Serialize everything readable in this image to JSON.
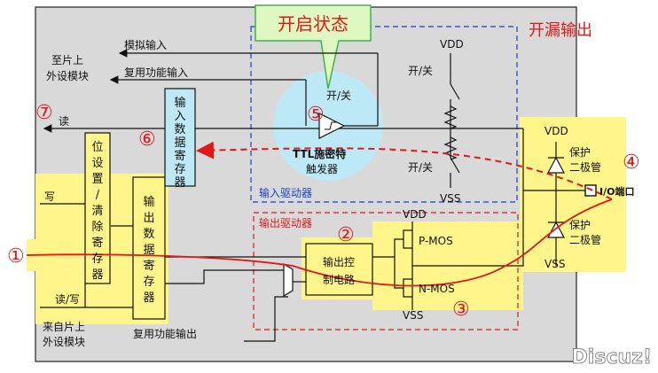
{
  "title": "开启状态",
  "mode_label": "开漏输出",
  "watermark": "Discuz!",
  "labels": {
    "to_peripheral_line1": "至片上",
    "to_peripheral_line2": "外设模块",
    "analog_input": "模拟输入",
    "alt_func_input": "复用功能输入",
    "read": "读",
    "write": "写",
    "read_write": "读/写",
    "from_peripheral_line1": "来自片上",
    "from_peripheral_line2": "外设模块",
    "alt_func_output": "复用功能输出",
    "switch_on_off": "开/关",
    "switch_top": "开/关",
    "switch_bottom": "开/关",
    "ttl_line1": "TTL施密特",
    "ttl_line2": "触发器",
    "input_driver": "输入驱动器",
    "output_driver": "输出驱动器",
    "output_control_line1": "输出控",
    "output_control_line2": "制电路",
    "pmos": "P-MOS",
    "nmos": "N-MOS",
    "vdd": "VDD",
    "vss": "VSS",
    "protect_line1": "保护",
    "protect_line2": "二极管",
    "io_port": "I/O端口",
    "bit_set_reset_register": [
      "位",
      "设",
      "置",
      "/",
      "清",
      "除",
      "寄",
      "存",
      "器"
    ],
    "output_data_register": [
      "输",
      "出",
      "数",
      "据",
      "寄",
      "存",
      "器"
    ],
    "input_data_register": [
      "输",
      "入",
      "数",
      "据",
      "寄",
      "存",
      "器"
    ]
  },
  "markers": [
    "①",
    "②",
    "③",
    "④",
    "⑤",
    "⑥",
    "⑦"
  ],
  "colors": {
    "panel": "#d9d9d9",
    "highlight": "#fff58a",
    "bubble": "#bde8f5",
    "accent_red": "#e01818",
    "accent_blue": "#1a3fd0",
    "title_bg": "#dff7c0",
    "title_border": "#3bb54a"
  }
}
